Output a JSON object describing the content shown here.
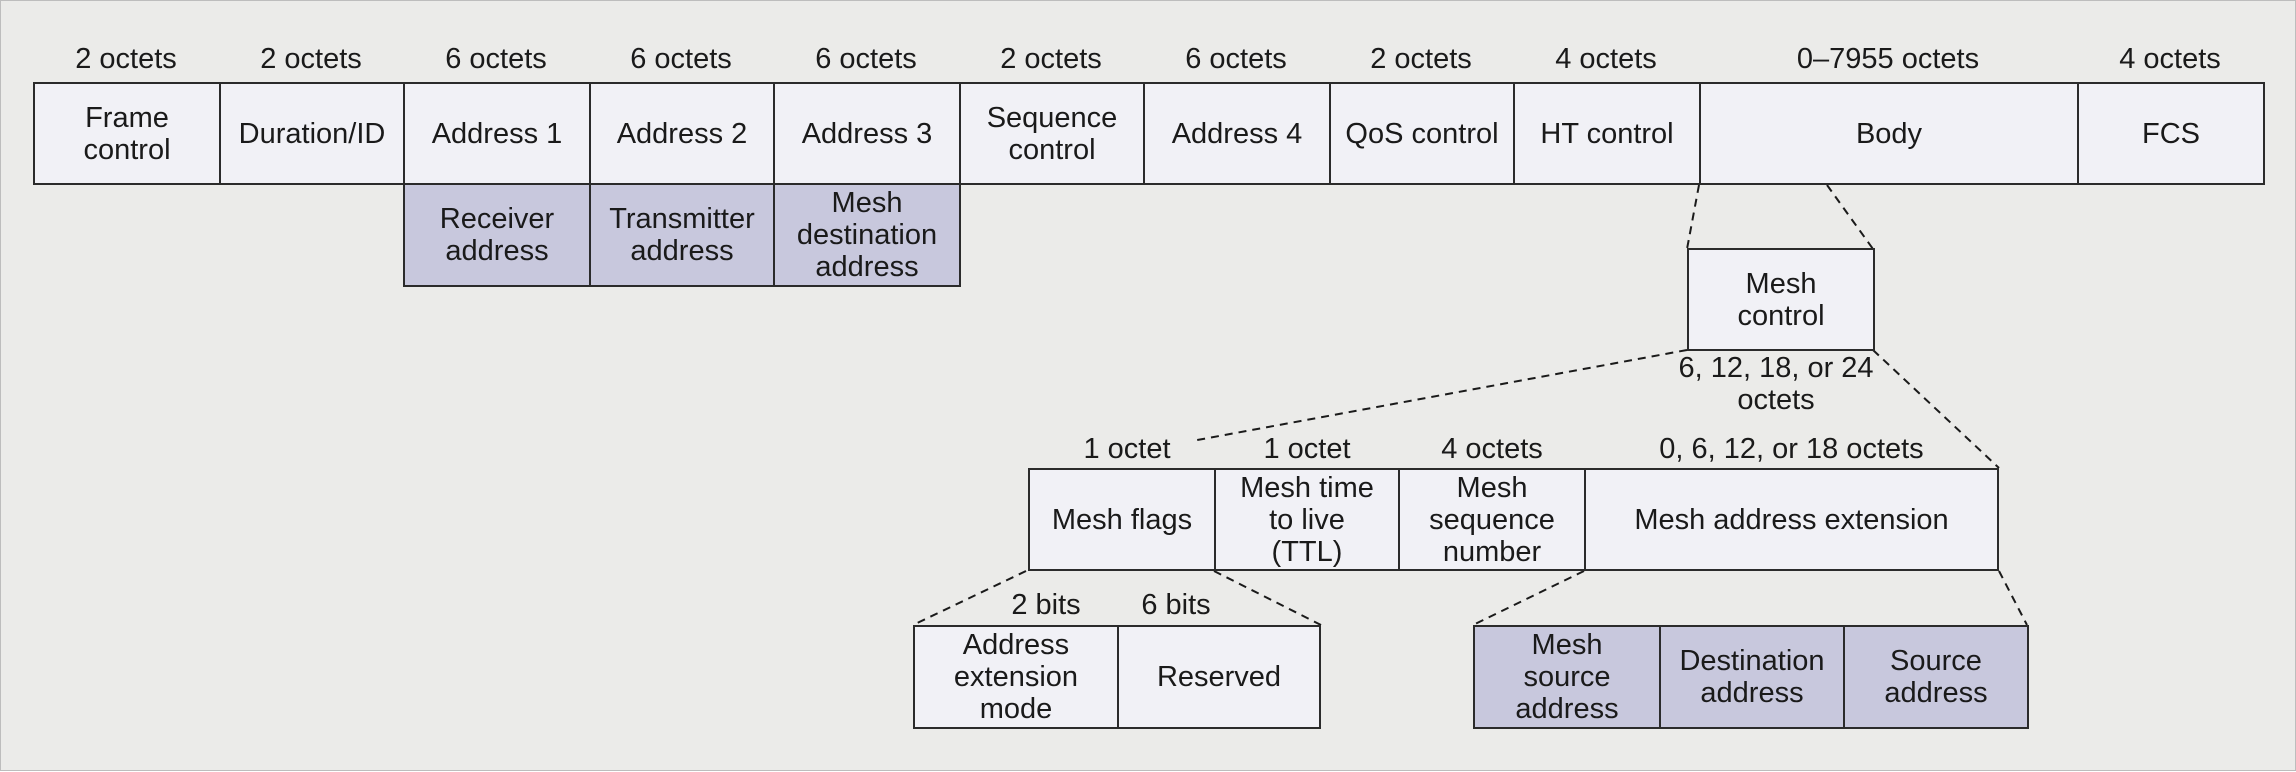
{
  "mac_frame": {
    "fields": [
      {
        "label": "Frame\ncontrol",
        "size": "2 octets"
      },
      {
        "label": "Duration/ID",
        "size": "2 octets"
      },
      {
        "label": "Address 1",
        "size": "6 octets"
      },
      {
        "label": "Address 2",
        "size": "6 octets"
      },
      {
        "label": "Address 3",
        "size": "6 octets"
      },
      {
        "label": "Sequence\ncontrol",
        "size": "2 octets"
      },
      {
        "label": "Address 4",
        "size": "6 octets"
      },
      {
        "label": "QoS control",
        "size": "2 octets"
      },
      {
        "label": "HT control",
        "size": "4 octets"
      },
      {
        "label": "Body",
        "size": "0–7955 octets"
      },
      {
        "label": "FCS",
        "size": "4 octets"
      }
    ]
  },
  "address_roles": [
    {
      "label": "Receiver\naddress"
    },
    {
      "label": "Transmitter\naddress"
    },
    {
      "label": "Mesh\ndestination\naddress"
    }
  ],
  "mesh_control": {
    "label": "Mesh\ncontrol",
    "size": "6, 12, 18, or 24\noctets"
  },
  "mesh_control_fields": [
    {
      "label": "Mesh flags",
      "size": "1 octet"
    },
    {
      "label": "Mesh time\nto live\n(TTL)",
      "size": "1 octet"
    },
    {
      "label": "Mesh\nsequence\nnumber",
      "size": "4 octets"
    },
    {
      "label": "Mesh address extension",
      "size": "0, 6, 12, or 18 octets"
    }
  ],
  "mesh_flags_bits": [
    {
      "label": "Address\nextension\nmode",
      "size": "2 bits"
    },
    {
      "label": "Reserved",
      "size": "6 bits"
    }
  ],
  "address_extension_fields": [
    {
      "label": "Mesh\nsource\naddress"
    },
    {
      "label": "Destination\naddress"
    },
    {
      "label": "Source\naddress"
    }
  ],
  "colors": {
    "plain_fill": "#f1f1f6",
    "shaded_fill": "#c8c8dd",
    "border": "#2b2b2b",
    "background": "#ebebe9"
  }
}
